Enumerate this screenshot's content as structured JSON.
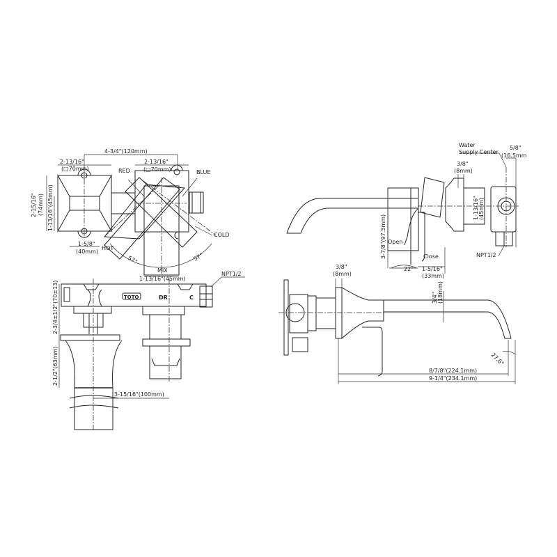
{
  "drawing": {
    "brand_mark": "TOTO",
    "top_left_view": {
      "overall_width": "4-3/4\"(120mm)",
      "plate_left_width": "2-13/16\"",
      "plate_left_width_mm": "(□70mm)",
      "plate_right_width": "2-13/16\"",
      "plate_right_width_mm": "(□70mm)",
      "height_overall": "2-15/16\"",
      "height_overall_mm": "(74mm)",
      "height_inner": "1-13/16\"(45mm)",
      "width_bottom": "1-5/8\"",
      "width_bottom_mm": "(40mm)",
      "label_red": "RED",
      "label_blue": "BLUE",
      "label_hot": "HOT",
      "label_cold": "COLD",
      "label_mix": "MIX",
      "angle_left": "57°",
      "angle_right": "57°",
      "mix_width": "1-13/16\"(45mm)"
    },
    "bottom_left_view": {
      "label_npt": "NPT1/2",
      "label_dr": "DR",
      "label_c": "C",
      "height_body": "2-3/4±1/2\"(70±13)",
      "height_trim": "2-1/2\"(63mm)",
      "center_distance": "3-15/16\"(100mm)"
    },
    "top_right_view": {
      "water_supply_label_1": "Water",
      "water_supply_label_2": "Supply Center",
      "supply_offset": "5/8\"",
      "supply_offset_mm": "(16.5mm",
      "flange_thickness": "3/8\"",
      "flange_thickness_mm": "(8mm)",
      "body_dia": "1-13/16\"",
      "body_dia_mm": "(45mm)",
      "handle_height": "3-7/8\"(97.5mm)",
      "label_open": "Open",
      "label_close": "Close",
      "angle_open": "22°",
      "handle_depth": "1-5/16\"",
      "handle_depth_mm": "(33mm)",
      "label_npt": "NPT1/2"
    },
    "bottom_right_view": {
      "flange_thickness": "3/8\"",
      "flange_thickness_mm": "(8mm)",
      "spout_thickness": "3/4\"",
      "spout_thickness_mm": "(18mm)",
      "spout_angle": "27.6°",
      "reach_inner": "8/7/8\"(224.1mm)",
      "reach_outer": "9-1/4\"(234.1mm)"
    }
  }
}
